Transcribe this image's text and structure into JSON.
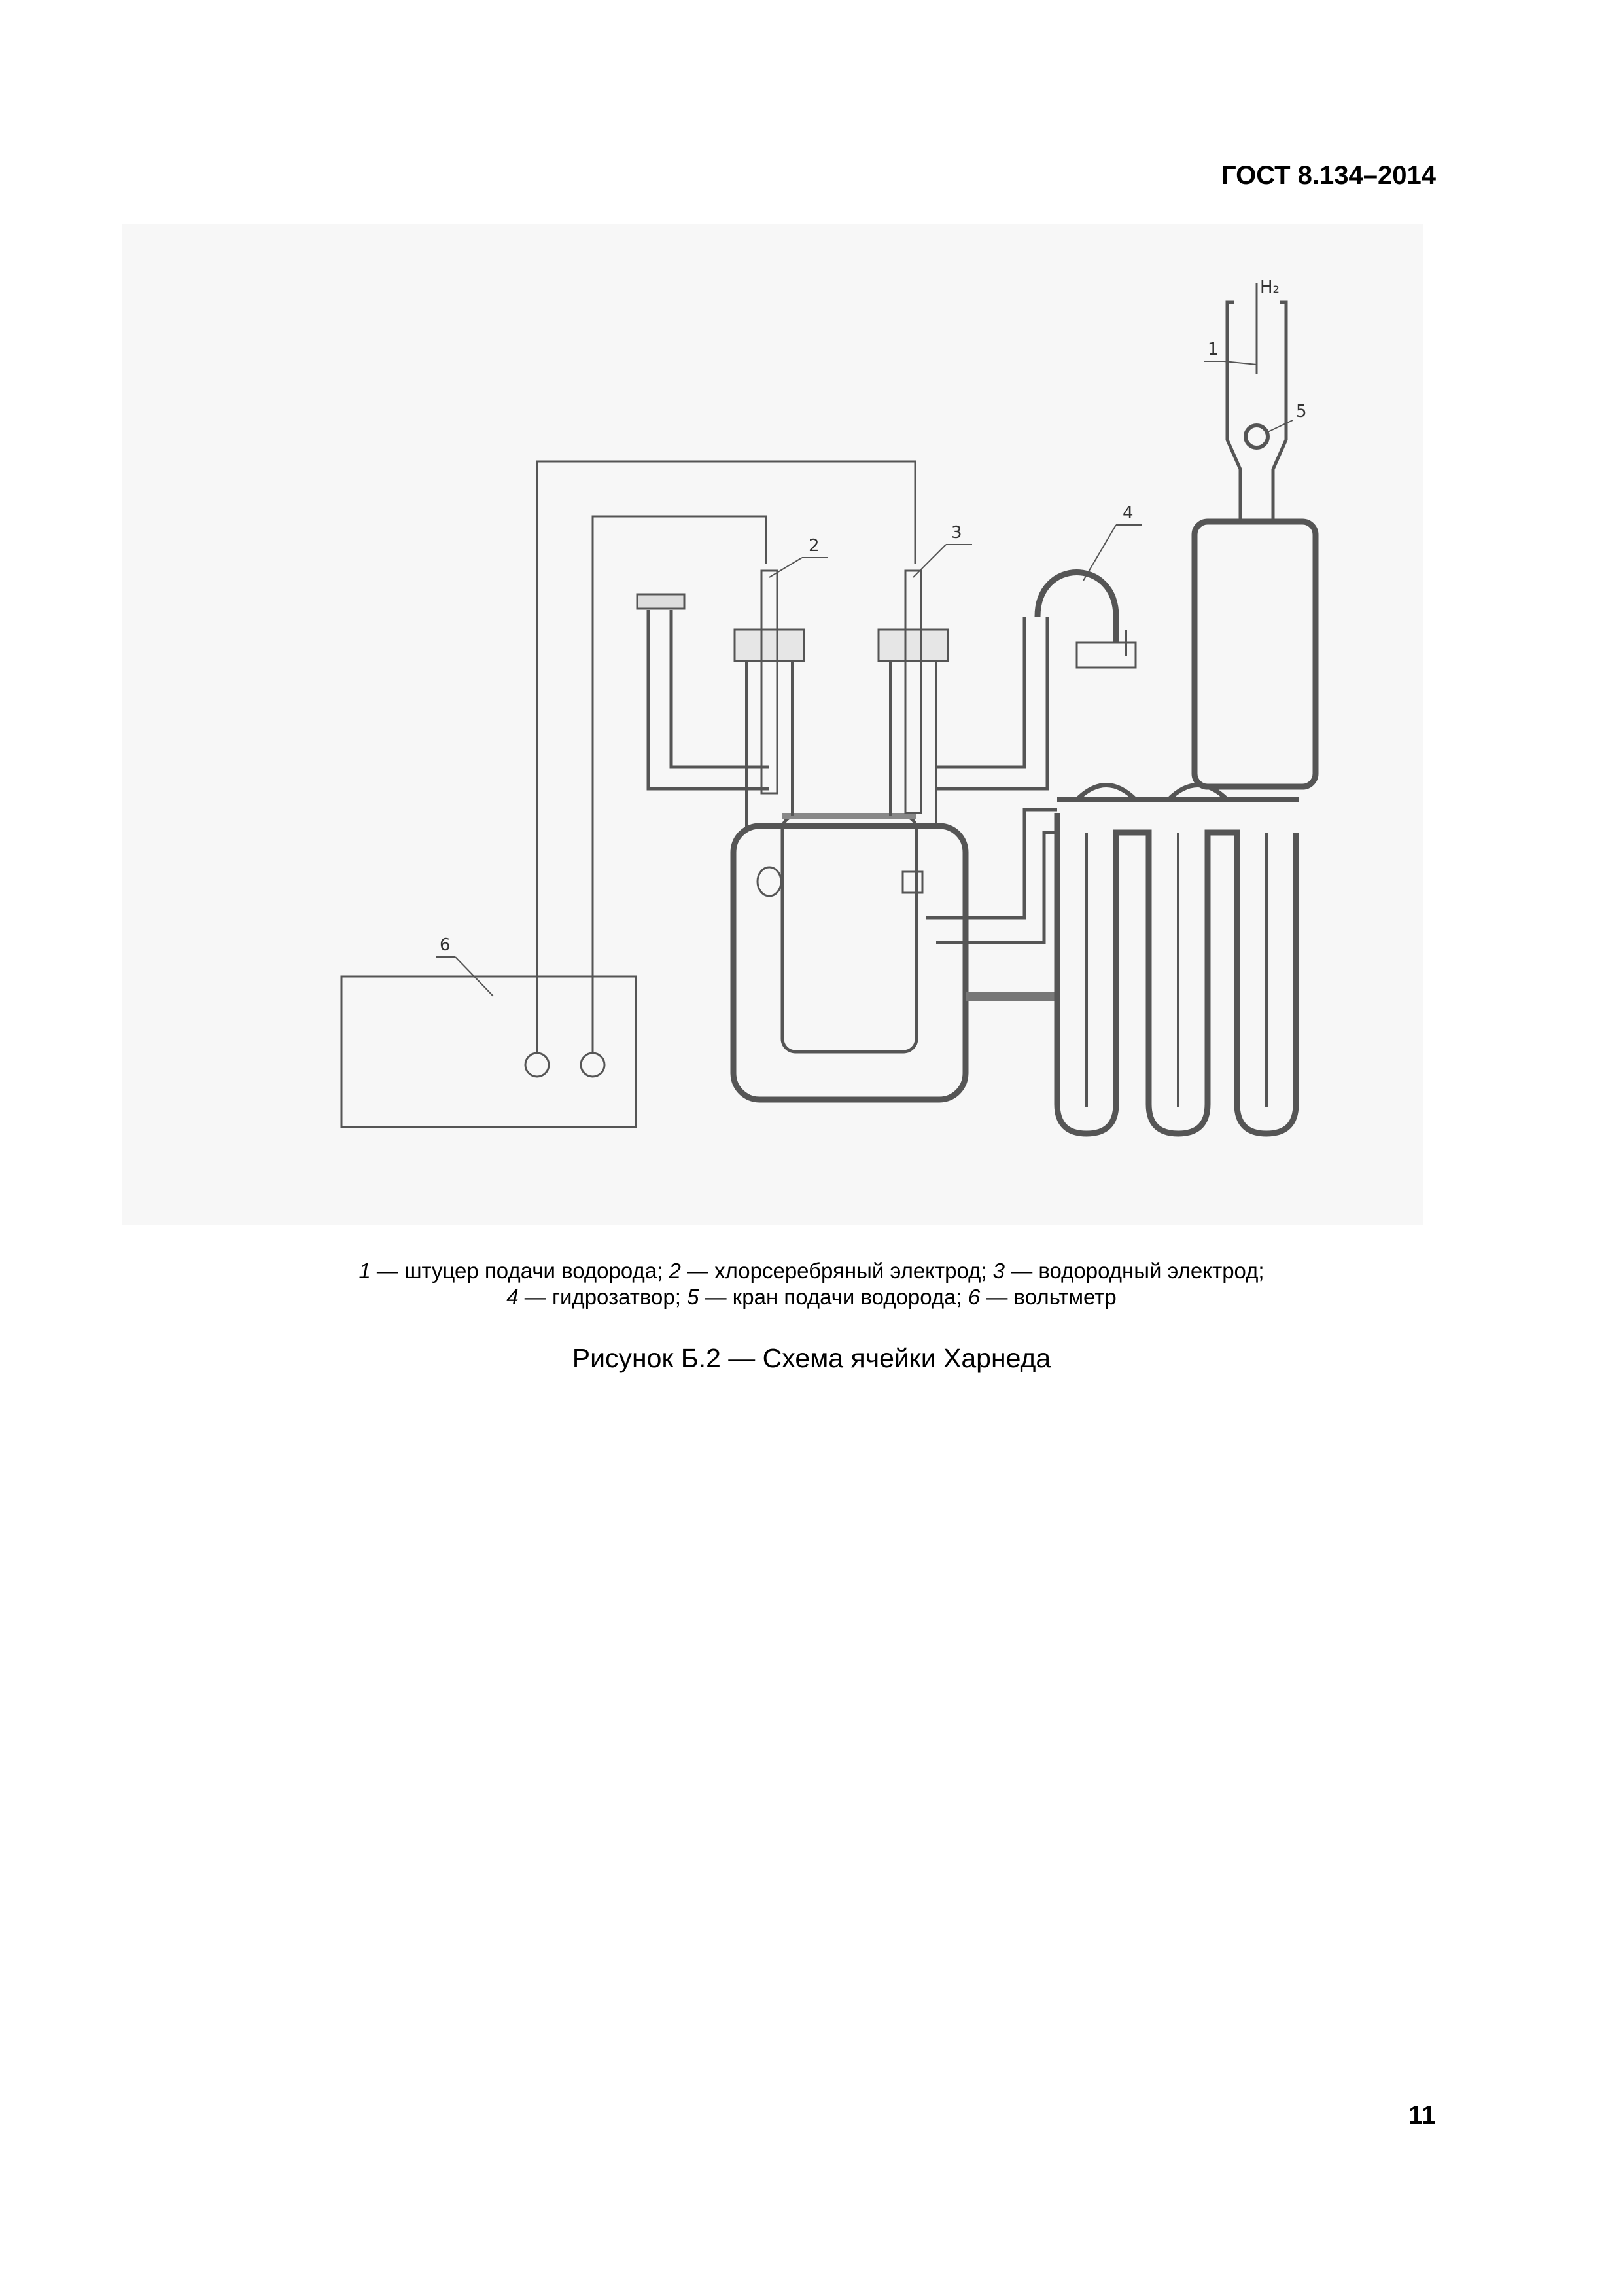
{
  "header": {
    "doc_id": "ГОСТ 8.134–2014"
  },
  "figure": {
    "labels": {
      "gas": "H₂",
      "n1": "1",
      "n2": "2",
      "n3": "3",
      "n4": "4",
      "n5": "5",
      "n6": "6"
    }
  },
  "legend": {
    "line1": [
      {
        "num": "1",
        "text": " — штуцер подачи водорода; "
      },
      {
        "num": "2",
        "text": " — хлорсеребряный электрод; "
      },
      {
        "num": "3",
        "text": " — водородный электрод;"
      }
    ],
    "line2": [
      {
        "num": "4",
        "text": " — гидрозатвор; "
      },
      {
        "num": "5",
        "text": " — кран подачи водорода; "
      },
      {
        "num": "6",
        "text": " — вольтметр"
      }
    ]
  },
  "caption": "Рисунок Б.2 — Схема ячейки Харнеда",
  "page_number": "11"
}
